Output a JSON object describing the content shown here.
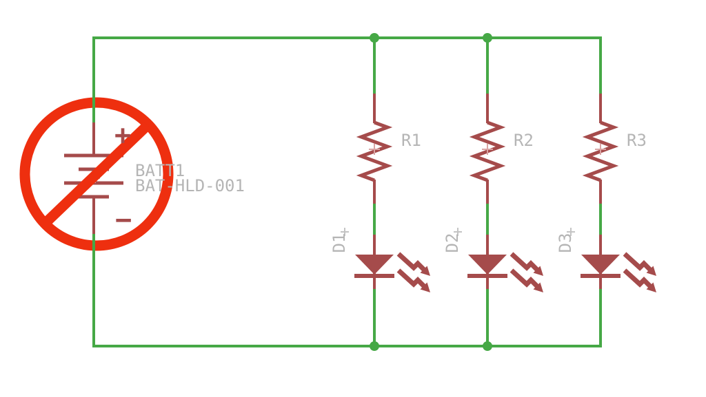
{
  "diagram_type": "circuit-schematic",
  "colors": {
    "background": "#ffffff",
    "net_wire_green": "#46a846",
    "symbol_maroon": "#a54b4b",
    "label_gray": "#b5b5b5",
    "prohibition_red": "#ee2f0f",
    "origin_cross_pink": "#d9a3a3"
  },
  "battery": {
    "name": "BATT1",
    "value": "BAT-HLD-001",
    "plus": "+",
    "minus": "−",
    "annotation": "no-battery-prohibition-sign"
  },
  "branches": [
    {
      "resistor": "R1",
      "led": "D1"
    },
    {
      "resistor": "R2",
      "led": "D2"
    },
    {
      "resistor": "R3",
      "led": "D3"
    }
  ]
}
